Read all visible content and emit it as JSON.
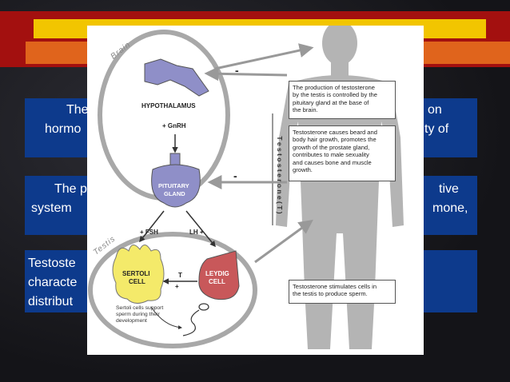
{
  "slide": {
    "box1": {
      "left": "The",
      "left2": "hormo",
      "right": "on",
      "right2": "ty of"
    },
    "box2": {
      "left": "The p",
      "left2": "system",
      "right": "tive",
      "right2": "mone,"
    },
    "box3": {
      "line1": "Testoste",
      "line2": "characte",
      "line3": "distribut"
    }
  },
  "diagram": {
    "brain_label": "Brain",
    "testis_label": "Testis",
    "hypothalamus": "HYPOTHALAMUS",
    "gnrh": "+ GnRH",
    "pituitary_line1": "PITUITARY",
    "pituitary_line2": "GLAND",
    "fsh": "+ FSH",
    "lh": "LH +",
    "sertoli_line1": "SERTOLI",
    "sertoli_line2": "CELL",
    "leydig_line1": "LEYDIG",
    "leydig_line2": "CELL",
    "t_label": "T",
    "plus_label": "+",
    "minus1": "-",
    "minus2": "-",
    "sertoli_note": "Sertoli cells support\nsperm during their\ndevelopment",
    "testosterone_vertical": "T e s t o s t e r o n e  ( T )",
    "note1": "The production of testosterone\nby the testis is controlled by the\npituitary gland at the base of\nthe brain.",
    "note2": "Testosterone causes beard and\nbody hair growth, promotes the\ngrowth of the prostate gland,\ncontributes to male sexuality\nand causes bone and muscle\ngrowth.",
    "note3": "Testosterone stimulates cells in\nthe testis to produce sperm."
  },
  "colors": {
    "band_red": "#a3100f",
    "band_yellow": "#f2c500",
    "band_orange": "#e0641c",
    "box_blue": "#0d3a8c",
    "gland_purple": "#8f8fc8",
    "sertoli_yellow": "#f4ea6a",
    "leydig_red": "#c8585a",
    "body_gray": "#b4b4b4"
  }
}
